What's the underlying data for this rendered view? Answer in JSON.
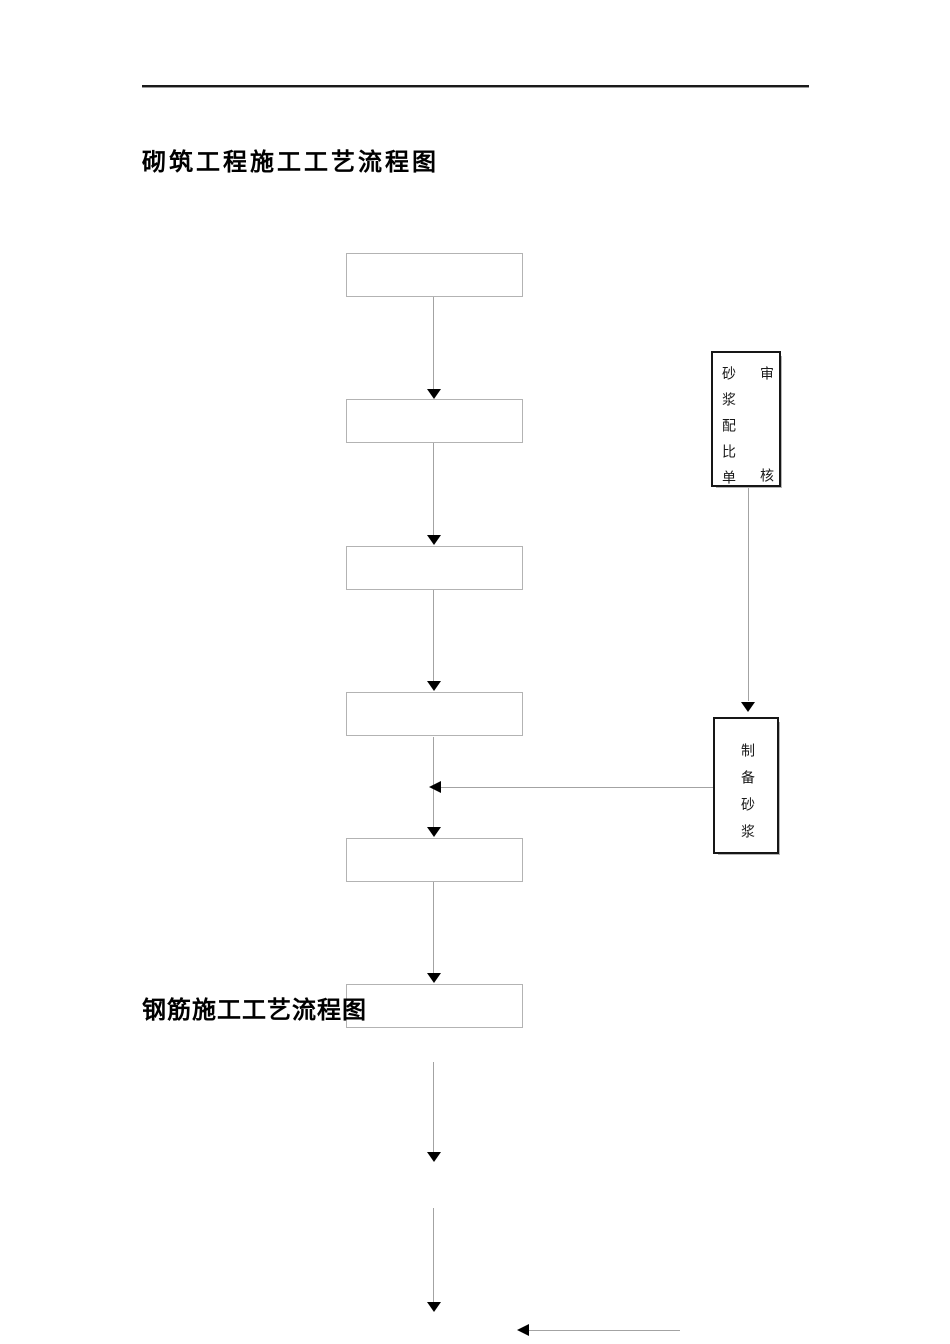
{
  "page": {
    "section1_title": "砌筑工程施工工艺流程图",
    "section2_title": "钢筋施工工艺流程图"
  },
  "flowchart": {
    "process_boxes": [
      "",
      "",
      "",
      "",
      "",
      ""
    ],
    "review_mortar_box": {
      "label": "审核砂浆配比单",
      "right_column": "审核",
      "left_column": "砂浆配比单"
    },
    "prepare_mortar_box": {
      "label": "制备砂浆"
    }
  },
  "colors": {
    "header_rule": "#1a1a1a",
    "process_box_border": "#b3b3b3",
    "side_box_border": "#161616",
    "connector_line": "#a3a3a3",
    "arrowhead": "#000000",
    "text": "#000000"
  }
}
